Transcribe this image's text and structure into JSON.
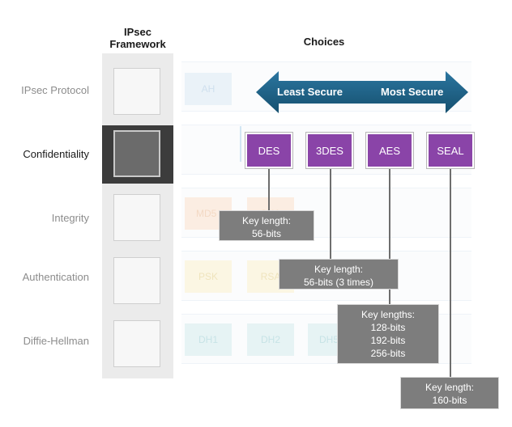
{
  "headers": {
    "framework_line1": "IPsec",
    "framework_line2": "Framework",
    "choices": "Choices"
  },
  "rows": [
    {
      "label": "IPsec Protocol",
      "options": [
        "AH"
      ]
    },
    {
      "label": "Confidentiality",
      "options": [
        "DES",
        "3DES",
        "AES",
        "SEAL"
      ]
    },
    {
      "label": "Integrity",
      "options": [
        "MD5",
        "SHA"
      ]
    },
    {
      "label": "Authentication",
      "options": [
        "PSK",
        "RSA"
      ]
    },
    {
      "label": "Diffie-Hellman",
      "options": [
        "DH1",
        "DH2",
        "DH5"
      ]
    }
  ],
  "arrow": {
    "left_label": "Least Secure",
    "right_label": "Most Secure",
    "color": "#1d5c7e"
  },
  "key_info": {
    "des": [
      "Key length:",
      "56-bits"
    ],
    "3des": [
      "Key length:",
      "56-bits (3 times)"
    ],
    "aes": [
      "Key lengths:",
      "128-bits",
      "192-bits",
      "256-bits"
    ],
    "seal": [
      "Key length:",
      "160-bits"
    ]
  },
  "colors": {
    "purple": "#8a44a8",
    "keybox": "#7d7d7d",
    "active_row": "#3c3c3c"
  }
}
